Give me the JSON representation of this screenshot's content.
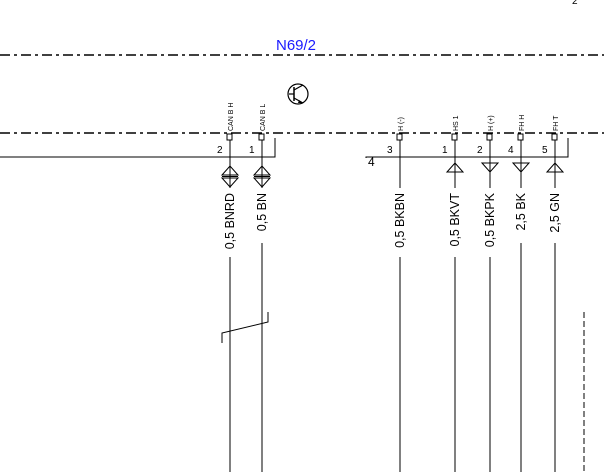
{
  "component": {
    "name": "N69/2",
    "color": "#1a1aff"
  },
  "connector_number": "4",
  "connector_partial_label": "2",
  "pins": [
    {
      "name": "CAN B H",
      "number": "2",
      "wire": "0,5 BNRD",
      "arrow": "bidirectional"
    },
    {
      "name": "CAN B L",
      "number": "1",
      "wire": "0,5 BN",
      "arrow": "bidirectional"
    },
    {
      "name": "H (-)",
      "number": "3",
      "wire": "0,5 BKBN",
      "arrow": "none"
    },
    {
      "name": "HS 1",
      "number": "1",
      "wire": "0,5 BKVT",
      "arrow": "up"
    },
    {
      "name": "H (+)",
      "number": "2",
      "wire": "0,5 BKPK",
      "arrow": "down"
    },
    {
      "name": "FH H",
      "number": "4",
      "wire": "2,5 BK",
      "arrow": "down"
    },
    {
      "name": "FH T",
      "number": "5",
      "wire": "2,5 GN",
      "arrow": "up"
    }
  ],
  "icons": {
    "transistor": "transistor-icon"
  }
}
